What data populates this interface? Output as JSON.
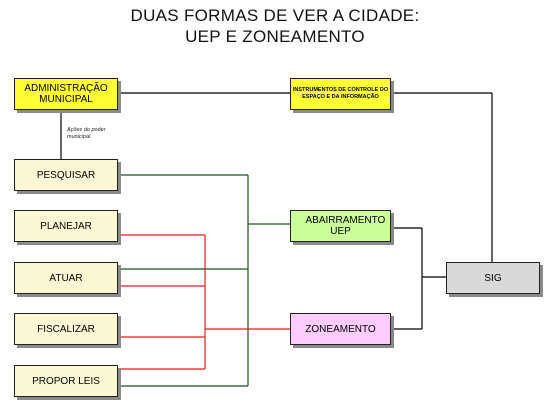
{
  "title": {
    "line1": "DUAS FORMAS DE VER A CIDADE:",
    "line2": "UEP E ZONEAMENTO"
  },
  "boxes": {
    "admin": "ADMINISTRAÇÃO MUNICIPAL",
    "instrumentos": "INSTRUMENTOS DE CONTROLE DO ESPAÇO E DA INFORMAÇÃO",
    "pesquisar": "PESQUISAR",
    "planejar": "PLANEJAR",
    "atuar": "ATUAR",
    "fiscalizar": "FISCALIZAR",
    "propor": "PROPOR LEIS",
    "abairramento": "ABAIRRAMENTO UEP",
    "zoneamento": "ZONEAMENTO",
    "sig": "SIG"
  },
  "note": "Ações do poder municipal",
  "colors": {
    "admin_fill": "#ffff33",
    "instrumentos_fill": "#ffff33",
    "action_fill": "#fbf8d6",
    "abairramento_fill": "#ccff99",
    "zoneamento_fill": "#ffccff",
    "sig_fill": "#d9d9d9",
    "uep_line": "#1f4d1f",
    "zoneamento_line": "#e02020",
    "structure_line": "#000000"
  }
}
